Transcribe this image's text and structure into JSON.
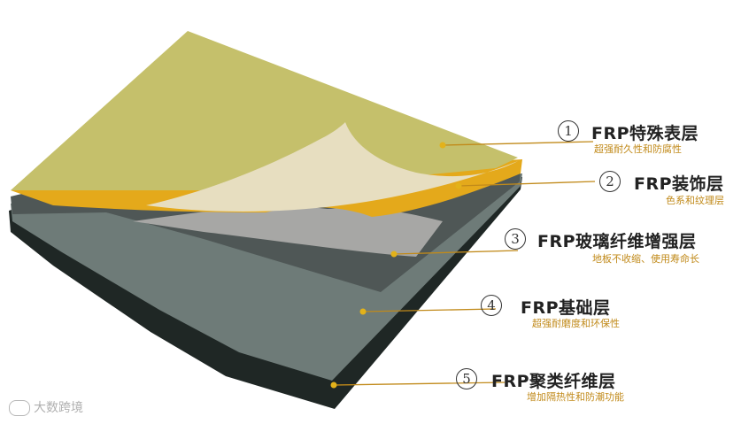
{
  "layers": [
    {
      "number": "1",
      "title": "FRP特殊表层",
      "subtitle": "超强耐久性和防腐性",
      "color": "#c4bf6a"
    },
    {
      "number": "2",
      "title": "FRP装饰层",
      "subtitle": "色系和纹理层",
      "color": "#e5aa1c"
    },
    {
      "number": "3",
      "title": "FRP玻璃纤维增强层",
      "subtitle": "地板不收缩、使用寿命长",
      "color": "#a5a5a3"
    },
    {
      "number": "4",
      "title": "FRP基础层",
      "subtitle": "超强耐磨度和环保性",
      "color": "#6f7c79"
    },
    {
      "number": "5",
      "title": "FRP聚类纤维层",
      "subtitle": "增加隔热性和防潮功能",
      "color": "#27302d"
    }
  ],
  "watermark": {
    "text": "大数跨境",
    "icon": "logo-icon"
  },
  "colors": {
    "leader_line": "#c18a1a",
    "dot": "#e3b21a"
  }
}
